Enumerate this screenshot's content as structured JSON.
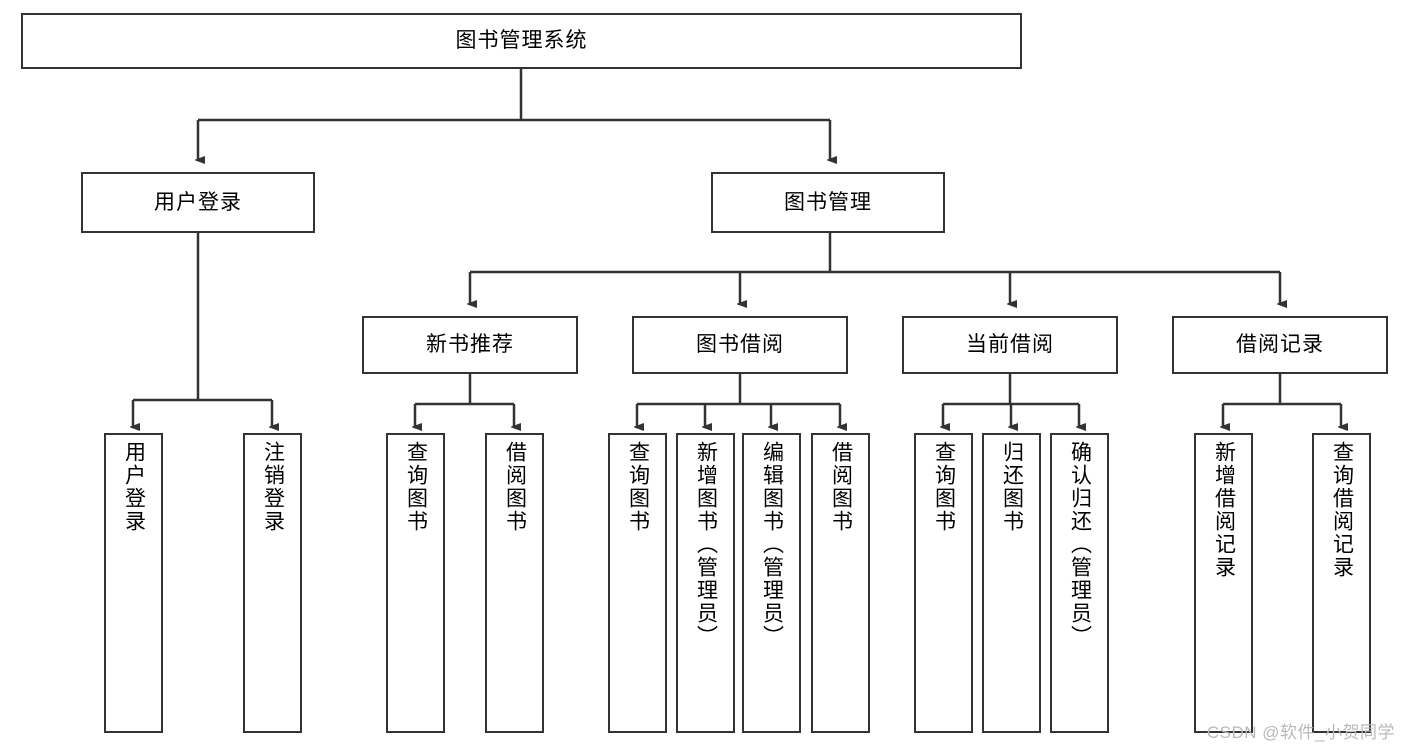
{
  "diagram": {
    "title": "图书管理系统",
    "type": "tree-hierarchy-diagram",
    "colors": {
      "box_border": "#333333",
      "box_fill": "#ffffff",
      "edge": "#333333",
      "text": "#000000",
      "watermark": "#b9b9b9"
    },
    "root": {
      "label": "图书管理系统"
    },
    "level2": [
      {
        "label": "用户登录"
      },
      {
        "label": "图书管理"
      }
    ],
    "level3": [
      {
        "label": "新书推荐"
      },
      {
        "label": "图书借阅"
      },
      {
        "label": "当前借阅"
      },
      {
        "label": "借阅记录"
      }
    ],
    "leaves": {
      "user_login": [
        {
          "label": "用户登录"
        },
        {
          "label": "注销登录"
        }
      ],
      "new_book_recommend": [
        {
          "label": "查询图书"
        },
        {
          "label": "借阅图书"
        }
      ],
      "book_borrow": [
        {
          "label": "查询图书"
        },
        {
          "label": "新增图书（管理员）"
        },
        {
          "label": "编辑图书（管理员）"
        },
        {
          "label": "借阅图书"
        }
      ],
      "current_borrow": [
        {
          "label": "查询图书"
        },
        {
          "label": "归还图书"
        },
        {
          "label": "确认归还（管理员）"
        }
      ],
      "borrow_record": [
        {
          "label": "新增借阅记录"
        },
        {
          "label": "查询借阅记录"
        }
      ]
    }
  },
  "watermark": {
    "text": "CSDN @软件_小贺同学"
  }
}
